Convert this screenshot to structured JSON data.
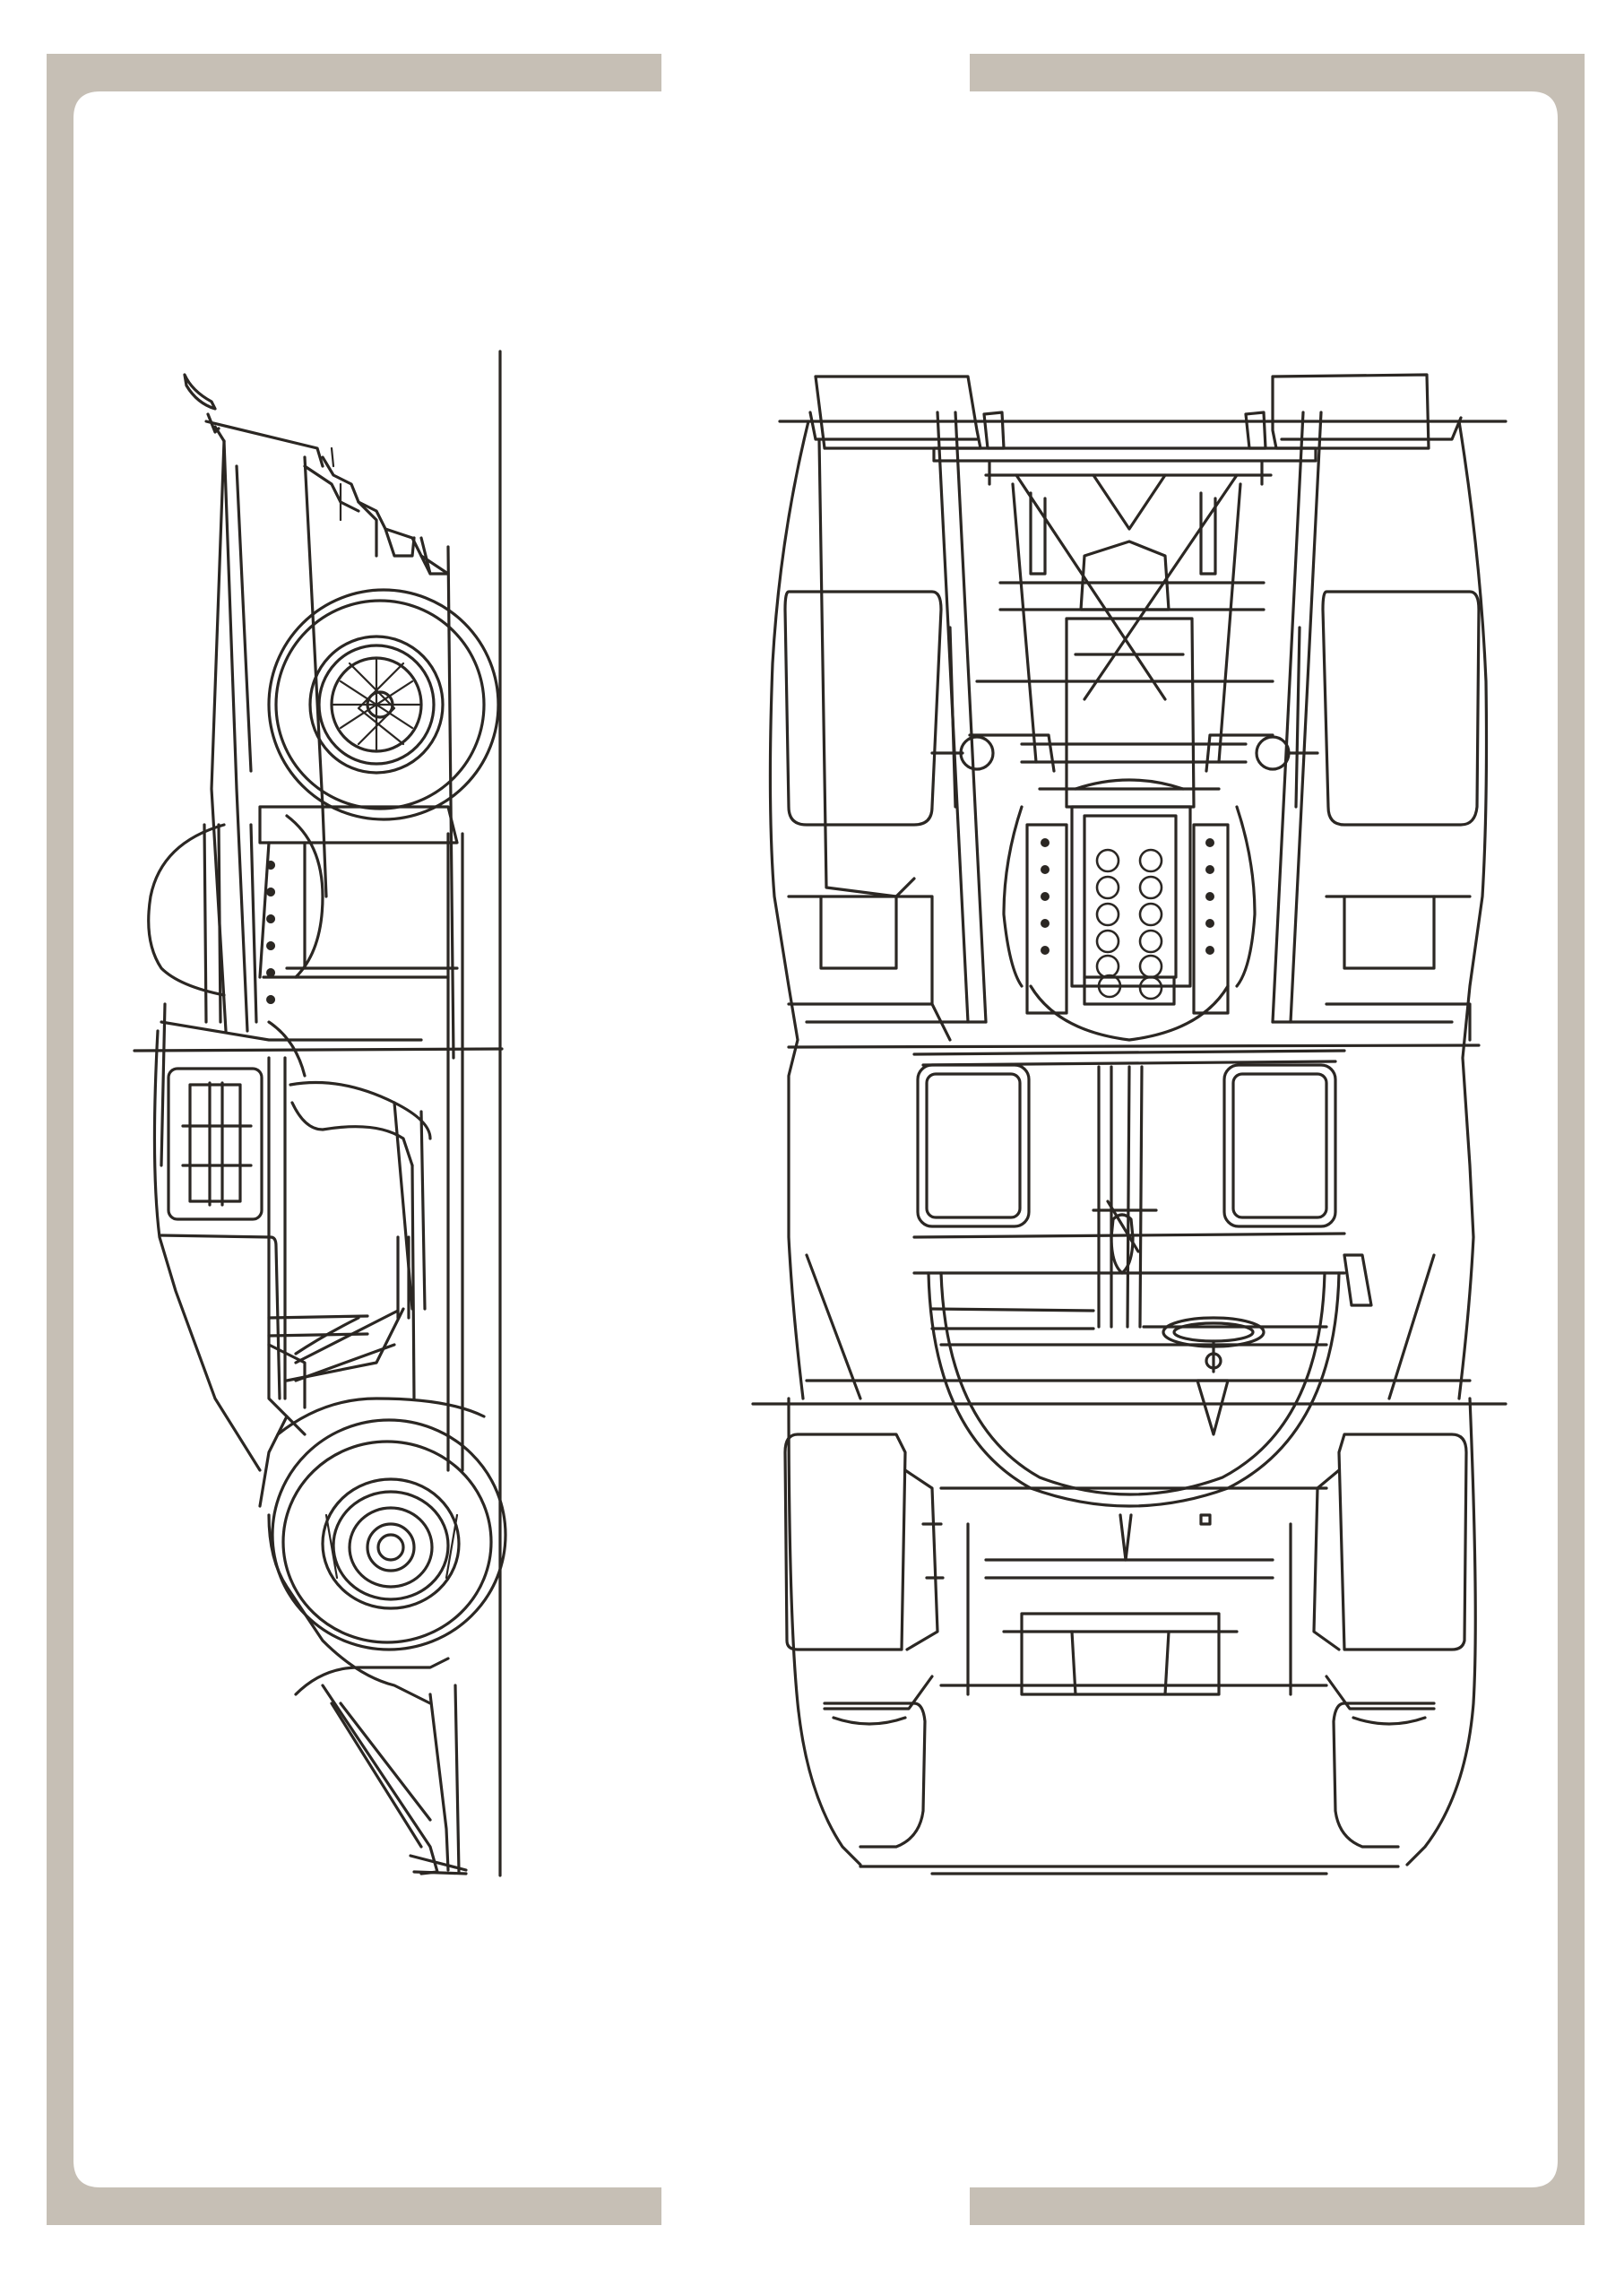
{
  "document": {
    "type": "technical line drawing",
    "views": [
      {
        "id": "side-view"
      },
      {
        "id": "top-view"
      }
    ]
  },
  "colors": {
    "frame": "#c6bfb5",
    "paper": "#ffffff",
    "line": "#2b2723"
  }
}
